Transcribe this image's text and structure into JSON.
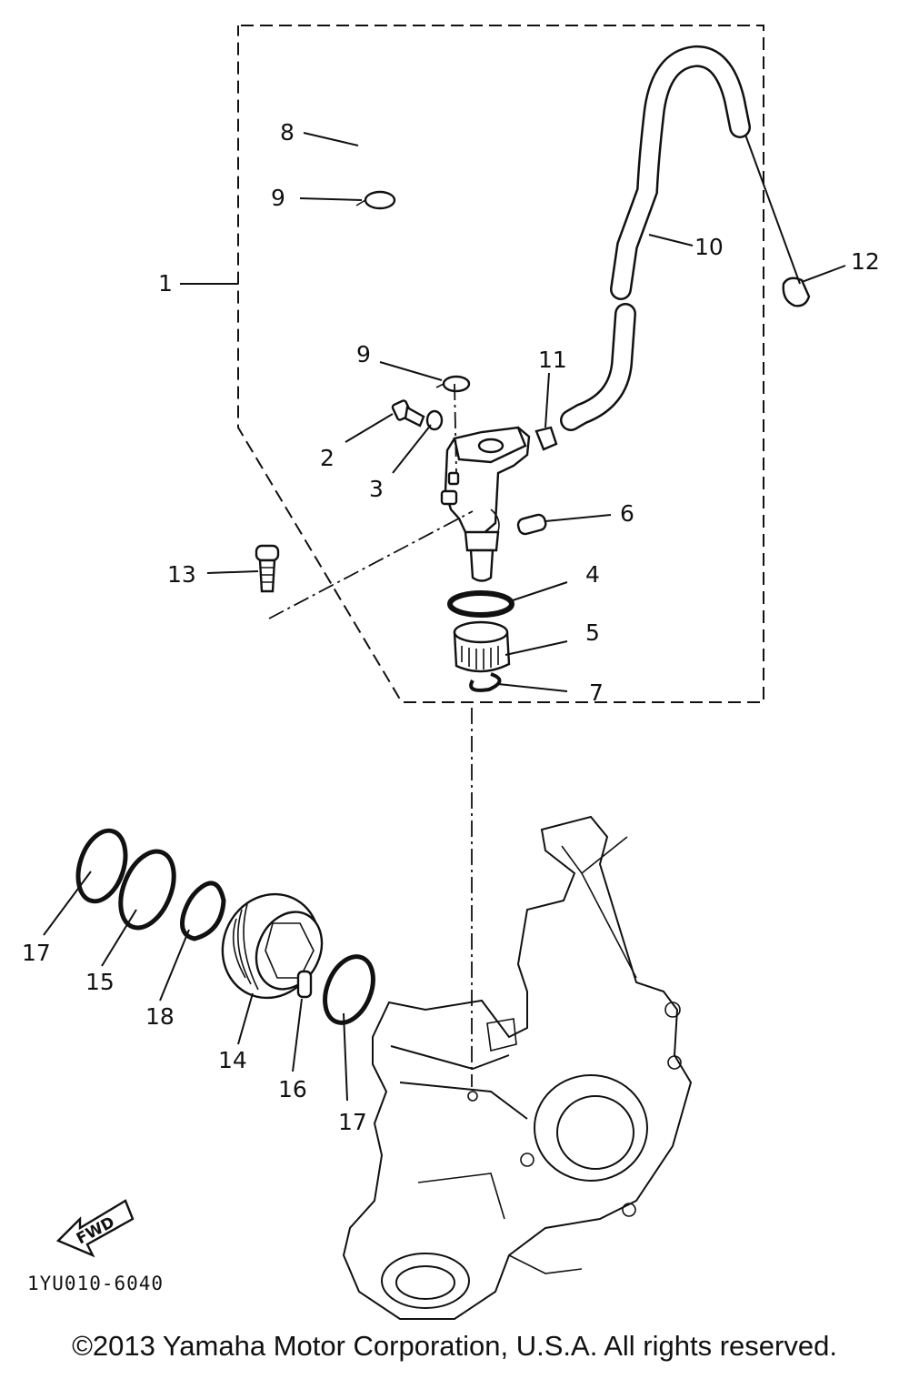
{
  "callouts": {
    "c1": "1",
    "c2": "2",
    "c3": "3",
    "c4": "4",
    "c5": "5",
    "c6": "6",
    "c7": "7",
    "c8": "8",
    "c9a": "9",
    "c9b": "9",
    "c10": "10",
    "c11": "11",
    "c12": "12",
    "c13": "13",
    "c14": "14",
    "c15": "15",
    "c16": "16",
    "c17a": "17",
    "c17b": "17",
    "c18": "18"
  },
  "fwd_label": "FWD",
  "diagram_code": "1YU010-6040",
  "copyright": "©2013 Yamaha Motor Corporation, U.S.A. All rights reserved."
}
